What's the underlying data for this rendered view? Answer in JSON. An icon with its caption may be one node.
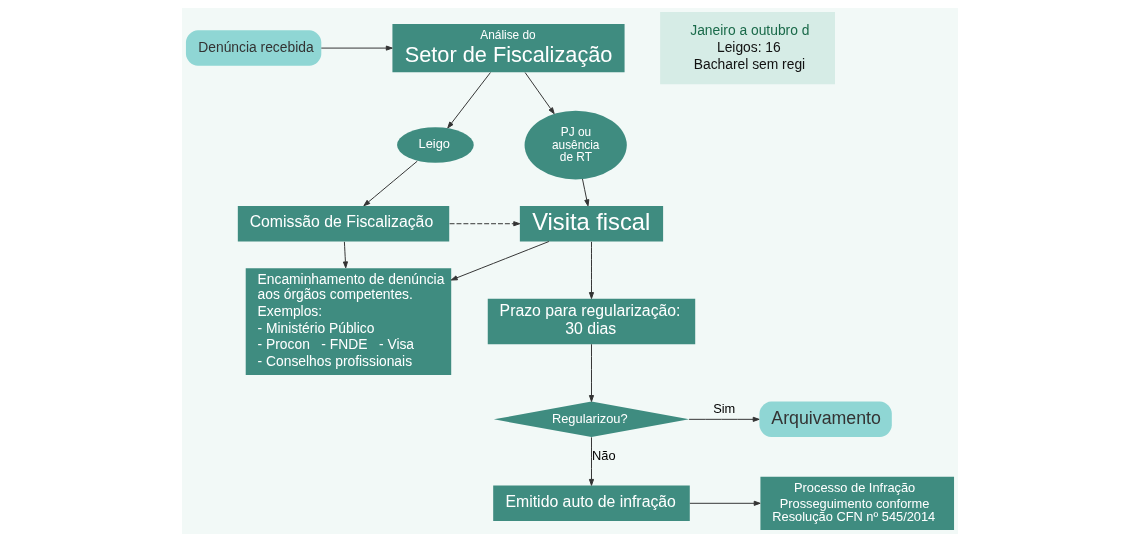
{
  "diagram": {
    "nodes": [
      {
        "text": [
          "Denúncia recebida"
        ]
      },
      {
        "text": [
          "Análise do",
          "Setor de Fiscalização"
        ]
      },
      {
        "text": [
          "Leigo"
        ]
      },
      {
        "text": [
          "PJ ou ausência de RT"
        ]
      },
      {
        "text": [
          "Comissão de Fiscalização"
        ]
      },
      {
        "text": [
          "Visita fiscal"
        ]
      },
      {
        "text": [
          "Encaminhamento de denúncia aos órgãos competentes.",
          "Exemplos:",
          "- Ministério Público",
          "- Procon   - FNDE   - Visa",
          "- Conselhos profissionais"
        ]
      },
      {
        "text": [
          "Prazo para regularização: 30 dias"
        ]
      },
      {
        "text": [
          "Regularizou?"
        ]
      },
      {
        "text": [
          "Arquivamento"
        ]
      },
      {
        "text": [
          "Emitido auto de infração"
        ]
      },
      {
        "text": [
          "Processo de Infração",
          "Prosseguimento conforme Resolução CFN nº 545/2014"
        ]
      },
      {
        "text": [
          "Janeiro a outubro d",
          "Leigos: 16",
          "Bacharel sem regi"
        ]
      }
    ],
    "edges": [
      {
        "from": 0,
        "to": 1,
        "arrow": "to"
      },
      {
        "from": 1,
        "to": 2,
        "arrow": "to"
      },
      {
        "from": 1,
        "to": 3,
        "arrow": "to"
      },
      {
        "from": 2,
        "to": 4,
        "arrow": "to"
      },
      {
        "from": 3,
        "to": 5,
        "arrow": "to"
      },
      {
        "from": 4,
        "to": 5,
        "arrow": "to",
        "style": "dashed"
      },
      {
        "from": 4,
        "to": 6,
        "arrow": "to"
      },
      {
        "from": 5,
        "to": 6,
        "arrow": "to"
      },
      {
        "from": 5,
        "to": 7,
        "arrow": "to"
      },
      {
        "from": 7,
        "to": 8,
        "arrow": "to"
      },
      {
        "from": 8,
        "to": 9,
        "arrow": "to",
        "label": "Sim"
      },
      {
        "from": 8,
        "to": 10,
        "arrow": "to",
        "label": "Não"
      },
      {
        "from": 10,
        "to": 11,
        "arrow": "to"
      }
    ]
  }
}
